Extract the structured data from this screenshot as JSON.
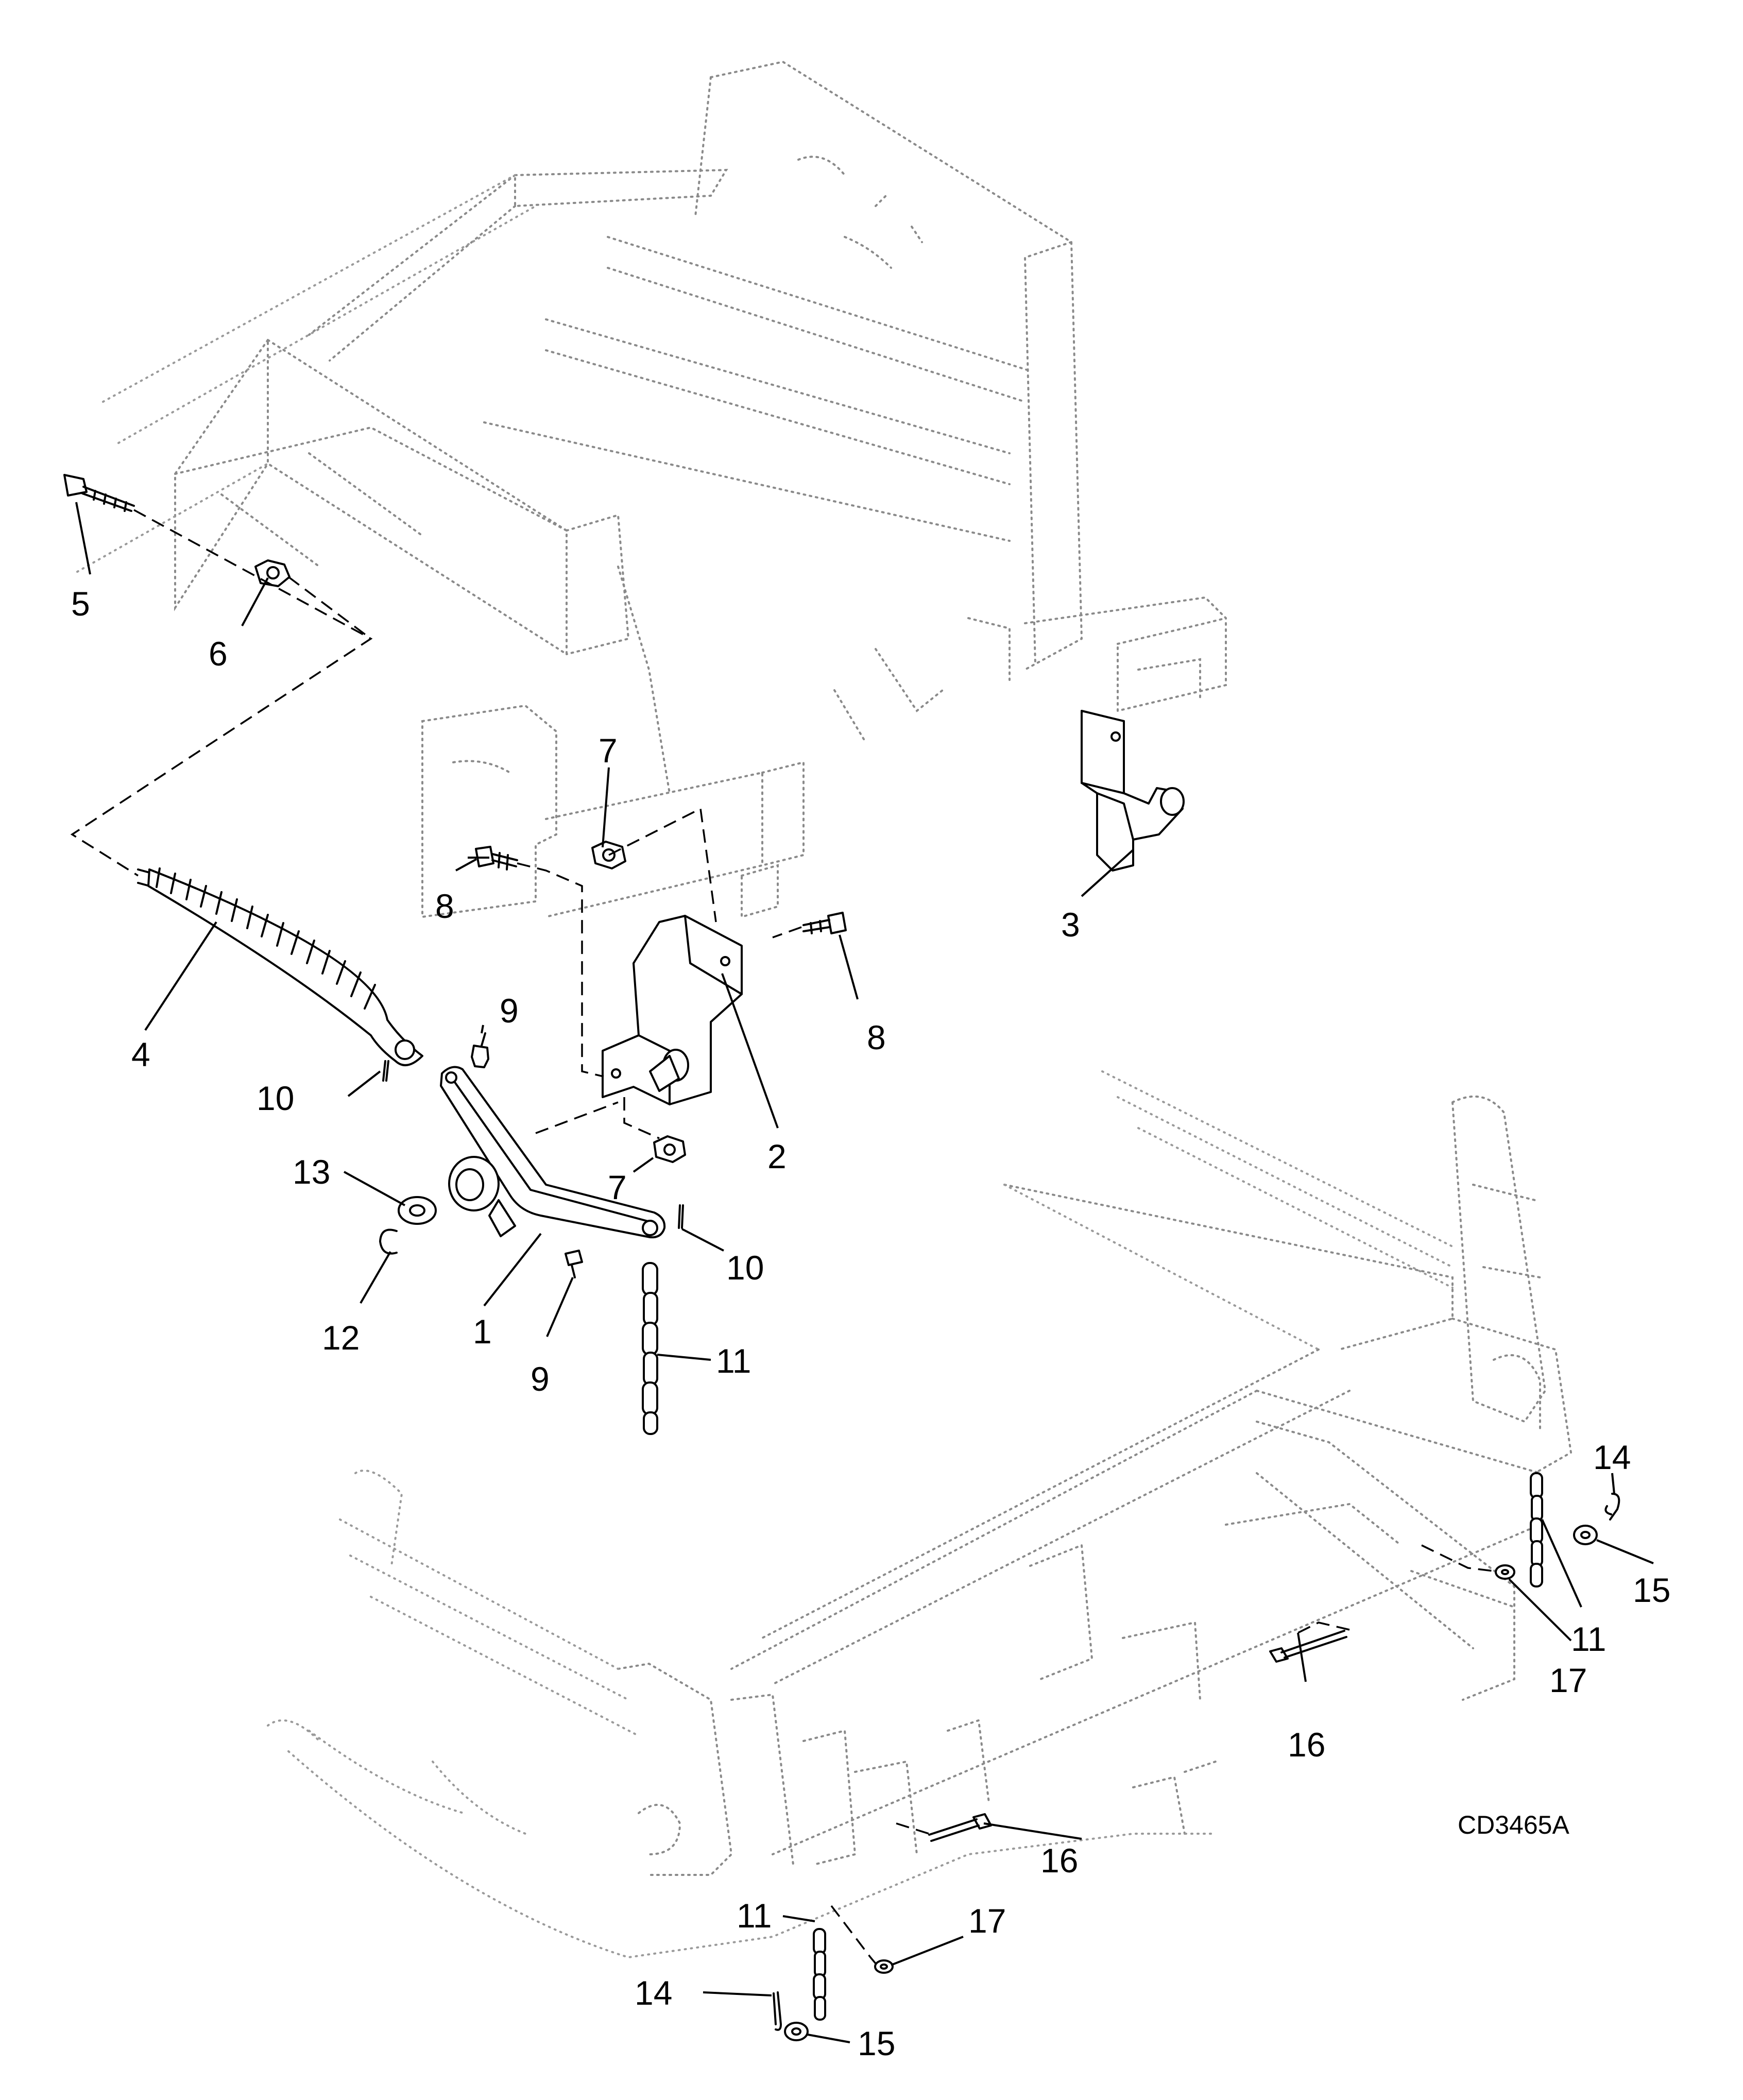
{
  "drawing": {
    "code": "CD3465A",
    "callouts": {
      "c1": "1",
      "c2": "2",
      "c3": "3",
      "c4": "4",
      "c5": "5",
      "c6": "6",
      "c7a": "7",
      "c7b": "7",
      "c8a": "8",
      "c8b": "8",
      "c9a": "9",
      "c9b": "9",
      "c10a": "10",
      "c10b": "10",
      "c11a": "11",
      "c11b": "11",
      "c11c": "11",
      "c12": "12",
      "c13": "13",
      "c14a": "14",
      "c14b": "14",
      "c15a": "15",
      "c15b": "15",
      "c16a": "16",
      "c16b": "16",
      "c17a": "17",
      "c17b": "17"
    }
  }
}
